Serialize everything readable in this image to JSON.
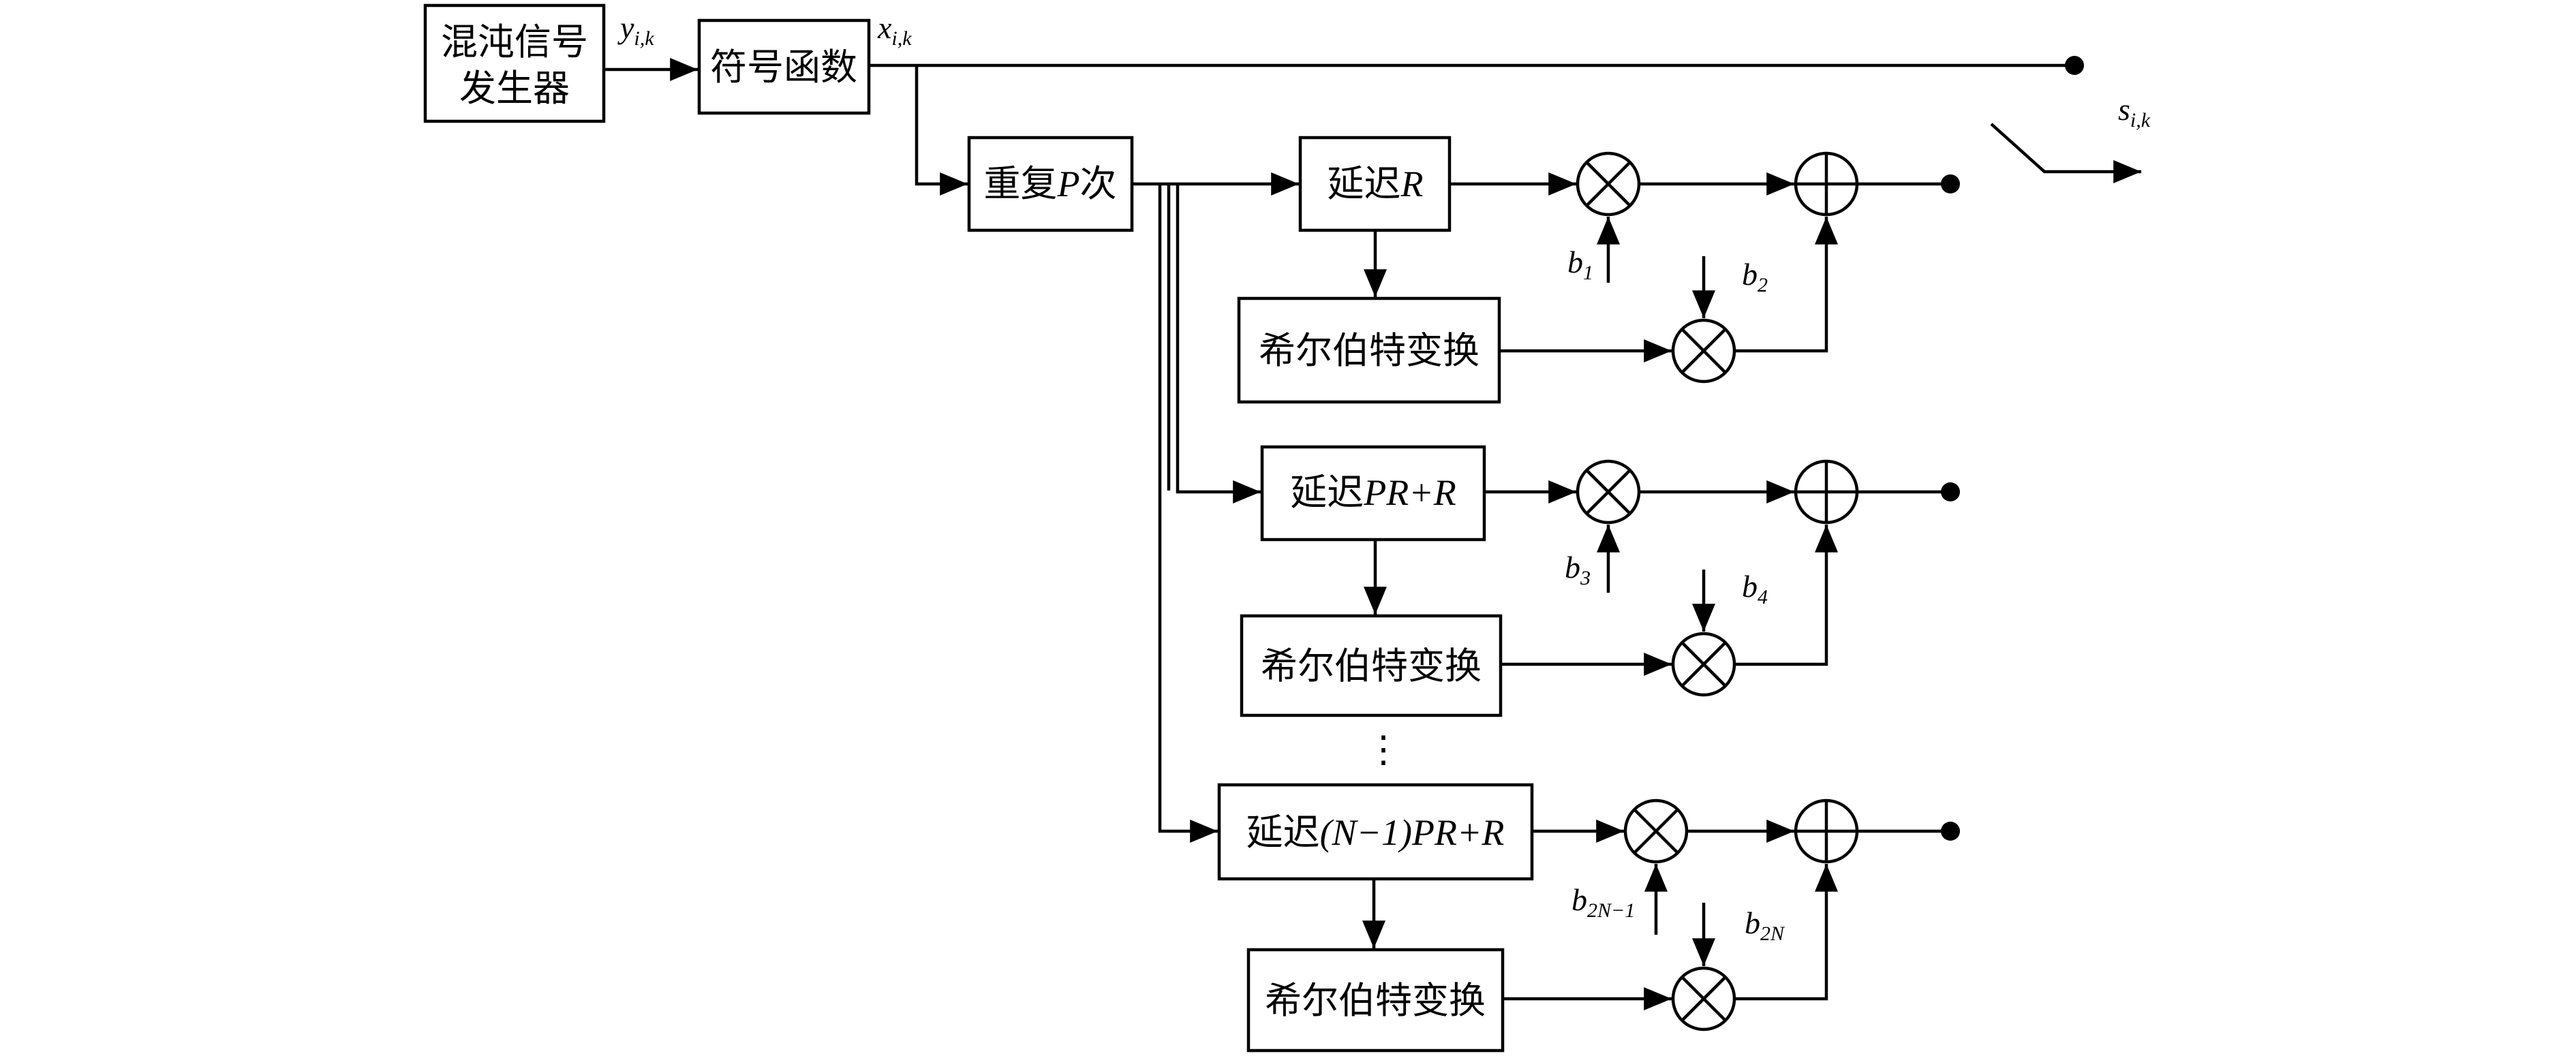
{
  "blocks": {
    "chaos_generator": {
      "line1": "混沌信号",
      "line2": "发生器"
    },
    "sign_function": "符号函数",
    "repeat": {
      "prefix": "重复",
      "var": "P",
      "suffix": "次"
    },
    "delay_1": {
      "prefix": "延迟",
      "expr": "R"
    },
    "hilbert_1": "希尔伯特变换",
    "delay_2": {
      "prefix": "延迟",
      "expr": "PR+R"
    },
    "hilbert_2": "希尔伯特变换",
    "delay_n": {
      "prefix": "延迟",
      "expr": "(N−1)PR+R"
    },
    "hilbert_n": "希尔伯特变换"
  },
  "signals": {
    "y": {
      "base": "y",
      "sub": "i,k"
    },
    "x": {
      "base": "x",
      "sub": "i,k"
    },
    "s": {
      "base": "s",
      "sub": "i,k"
    }
  },
  "coefficients": [
    {
      "base": "b",
      "sub": "1"
    },
    {
      "base": "b",
      "sub": "2"
    },
    {
      "base": "b",
      "sub": "3"
    },
    {
      "base": "b",
      "sub": "4"
    },
    {
      "base": "b",
      "sub": "2N−1"
    },
    {
      "base": "b",
      "sub": "2N"
    }
  ],
  "ellipsis": "⋮"
}
